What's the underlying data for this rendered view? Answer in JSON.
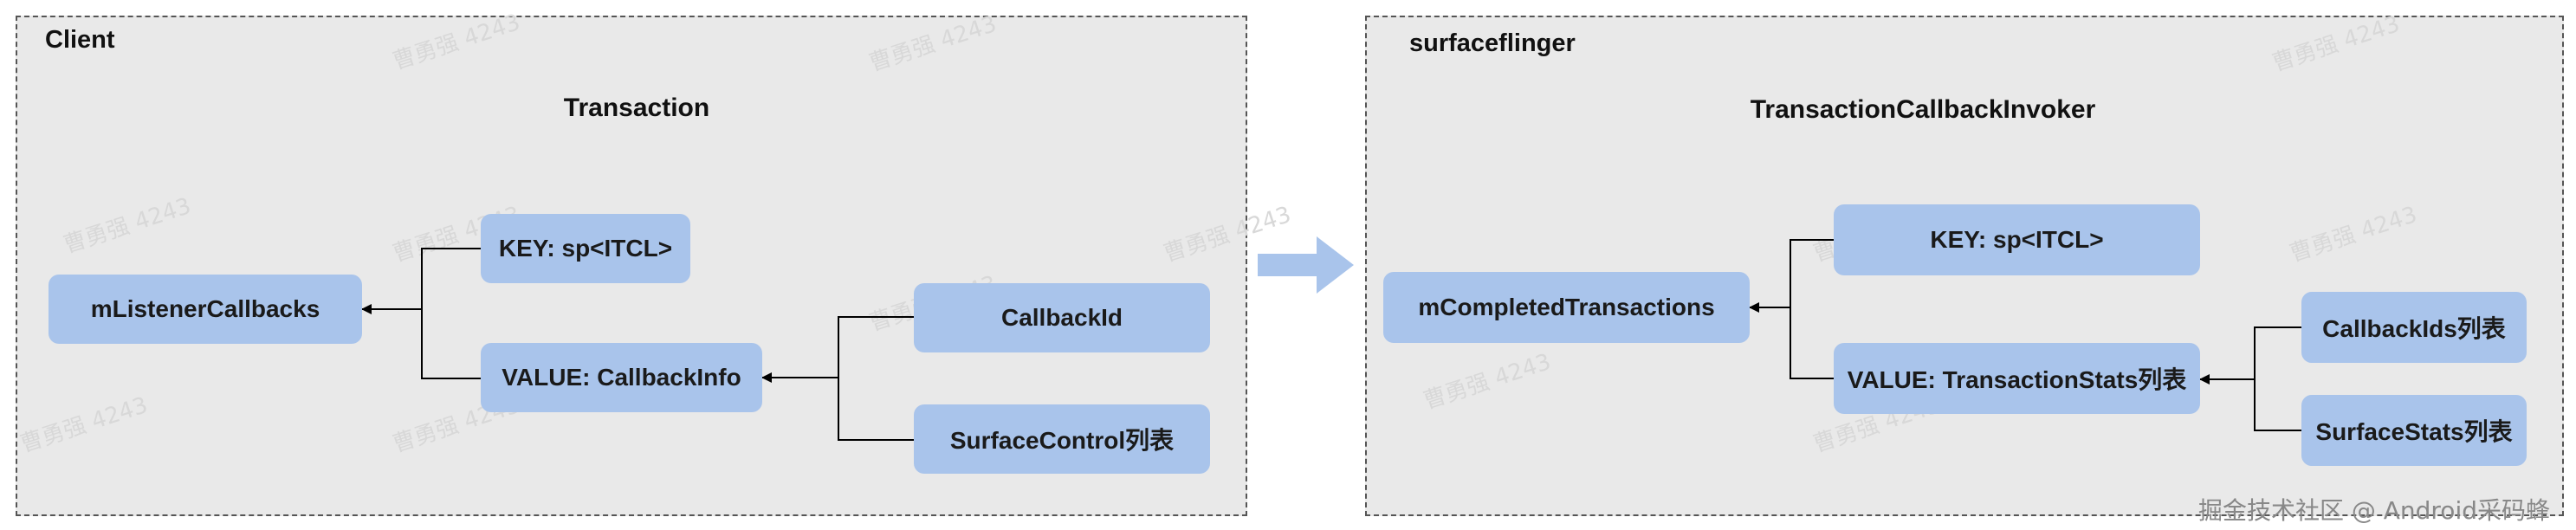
{
  "left_panel": {
    "title": "Client",
    "heading": "Transaction",
    "nodes": {
      "listener_callbacks": "mListenerCallbacks",
      "key": "KEY: sp<ITCL>",
      "value": "VALUE: CallbackInfo",
      "callback_id": "CallbackId",
      "surface_control": "SurfaceControl列表"
    }
  },
  "right_panel": {
    "title": "surfaceflinger",
    "heading": "TransactionCallbackInvoker",
    "nodes": {
      "completed_transactions": "mCompletedTransactions",
      "key": "KEY: sp<ITCL>",
      "value": "VALUE: TransactionStats列表",
      "callback_ids": "CallbackIds列表",
      "surface_stats": "SurfaceStats列表"
    }
  },
  "watermark": "曹勇强 4243",
  "footer": "掘金技术社区 @ Android采码蜂",
  "colors": {
    "node_fill": "#a9c4eb",
    "panel_fill": "#e9e9e9",
    "arrow_fill": "#a9c4eb"
  }
}
